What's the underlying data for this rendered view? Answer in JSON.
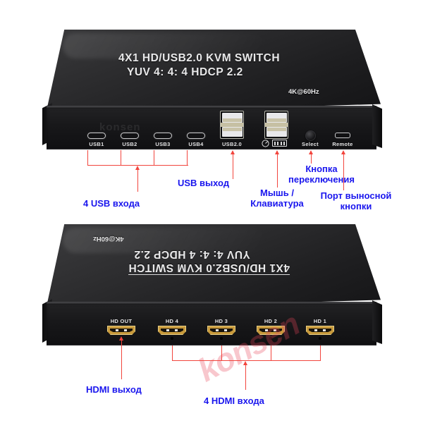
{
  "page": {
    "title": "4X1 HD/USB2.0 KVM Switch — annotated ports diagram",
    "background": "#ffffff",
    "annotation_color": "#1a16ee",
    "leader_line_color": "#f2453d"
  },
  "watermark": {
    "front_panel": "konsen",
    "pink_overlay": "konsen"
  },
  "top_device": {
    "name": "kvm-switch-front-view",
    "lid": {
      "line1": "4X1 HD/USB2.0 KVM SWITCH",
      "line2": "YUV 4:  4:  4   HDCP 2.2",
      "resolution": "4K@60Hz"
    },
    "ports": [
      {
        "id": "usb1",
        "label": "USB1",
        "type": "usb-c"
      },
      {
        "id": "usb2",
        "label": "USB2",
        "type": "usb-c"
      },
      {
        "id": "usb3",
        "label": "USB3",
        "type": "usb-c"
      },
      {
        "id": "usb4",
        "label": "USB4",
        "type": "usb-c"
      },
      {
        "id": "usb20",
        "label": "USB2.0",
        "type": "usb-a-stack"
      },
      {
        "id": "hid",
        "label": "",
        "type": "usb-a-stack"
      },
      {
        "id": "select",
        "label": "Select",
        "type": "button"
      },
      {
        "id": "remote",
        "label": "Remote",
        "type": "micro-usb"
      }
    ],
    "hid_icons": [
      "mouse-icon",
      "keyboard-icon"
    ]
  },
  "bottom_device": {
    "name": "kvm-switch-rear-view",
    "lid": {
      "line1": "4X1 HD/USB2.0 KVM SWITCH",
      "line2": "YUV 4:  4:  4   HDCP 2.2",
      "resolution": "4K@60Hz"
    },
    "ports": [
      {
        "id": "hdout",
        "label": "HD OUT",
        "type": "hdmi"
      },
      {
        "id": "hd4",
        "label": "HD 4",
        "type": "hdmi"
      },
      {
        "id": "hd3",
        "label": "HD 3",
        "type": "hdmi"
      },
      {
        "id": "hd2",
        "label": "HD 2",
        "type": "hdmi"
      },
      {
        "id": "hd1",
        "label": "HD 1",
        "type": "hdmi"
      }
    ]
  },
  "annotations": [
    {
      "id": "usb-inputs",
      "text": "4 USB входа",
      "points_to": "usb1,usb2,usb3,usb4"
    },
    {
      "id": "usb-output",
      "text": "USB выход",
      "points_to": "usb20"
    },
    {
      "id": "mouse-kbd",
      "text": "Мышь /\nКлавиатура",
      "points_to": "hid"
    },
    {
      "id": "switch-btn",
      "text": "Кнопка\nпереключения",
      "points_to": "select"
    },
    {
      "id": "remote-port",
      "text": "Порт выносной\nкнопки",
      "points_to": "remote"
    },
    {
      "id": "hdmi-output",
      "text": "HDMI выход",
      "points_to": "hdout"
    },
    {
      "id": "hdmi-inputs",
      "text": "4 HDMI входа",
      "points_to": "hd4,hd3,hd2,hd1"
    }
  ]
}
